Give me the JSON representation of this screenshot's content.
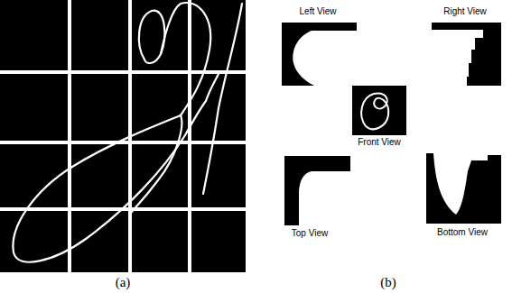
{
  "diagram": {
    "labels": [
      "Left View",
      "Right View",
      "Front View",
      "Top View",
      "Bottom View",
      "(a)",
      "(b)"
    ]
  }
}
